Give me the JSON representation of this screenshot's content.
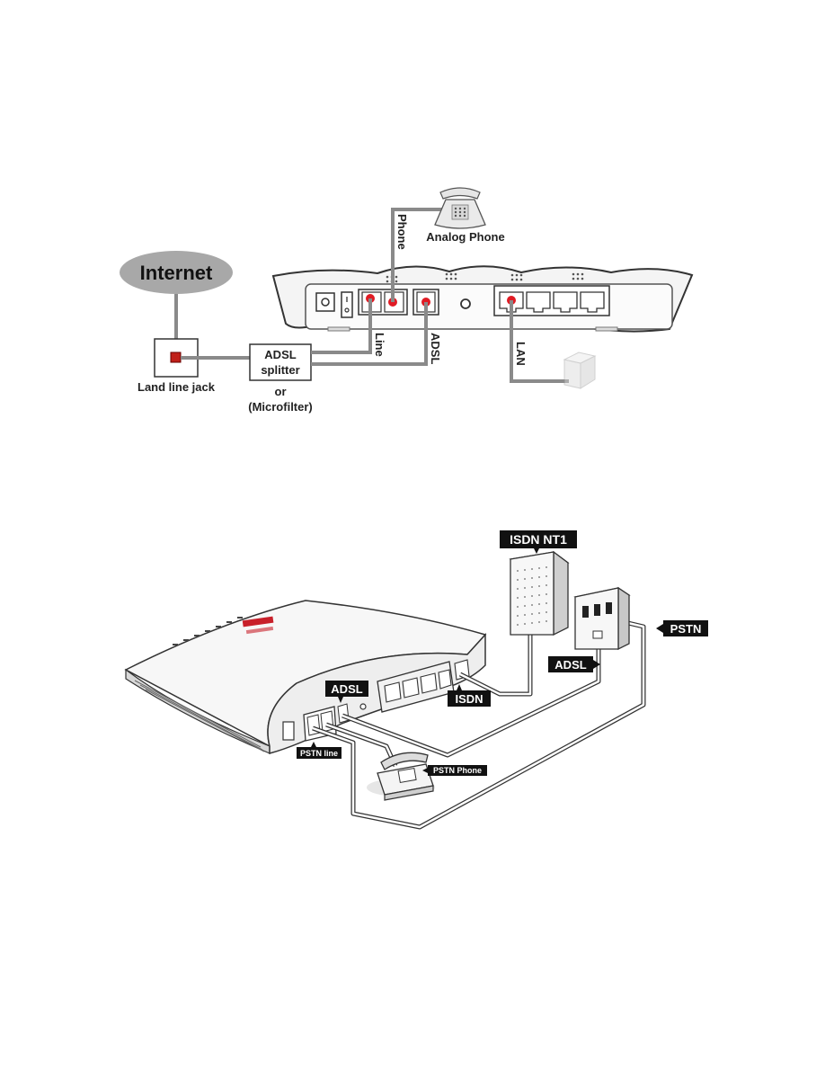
{
  "diagram1": {
    "internet": "Internet",
    "land_line_jack": "Land line jack",
    "splitter_line1": "ADSL",
    "splitter_line2": "splitter",
    "or": "or",
    "microfilter": "(Microfilter)",
    "phone_cable": "Phone",
    "analog_phone": "Analog Phone",
    "line_cable": "Line",
    "adsl_cable": "ADSL",
    "lan_cable": "LAN"
  },
  "diagram2": {
    "isdn_nt1": "ISDN NT1",
    "pstn": "PSTN",
    "adsl_tag": "ADSL",
    "adsl_port": "ADSL",
    "isdn": "ISDN",
    "pstn_line": "PSTN line",
    "pstn_phone": "PSTN Phone"
  },
  "colors": {
    "port_red": "#e01b24",
    "cable_gray": "#8a8a8a",
    "cloud_gray": "#a8a8a8",
    "tag_black": "#111111"
  }
}
